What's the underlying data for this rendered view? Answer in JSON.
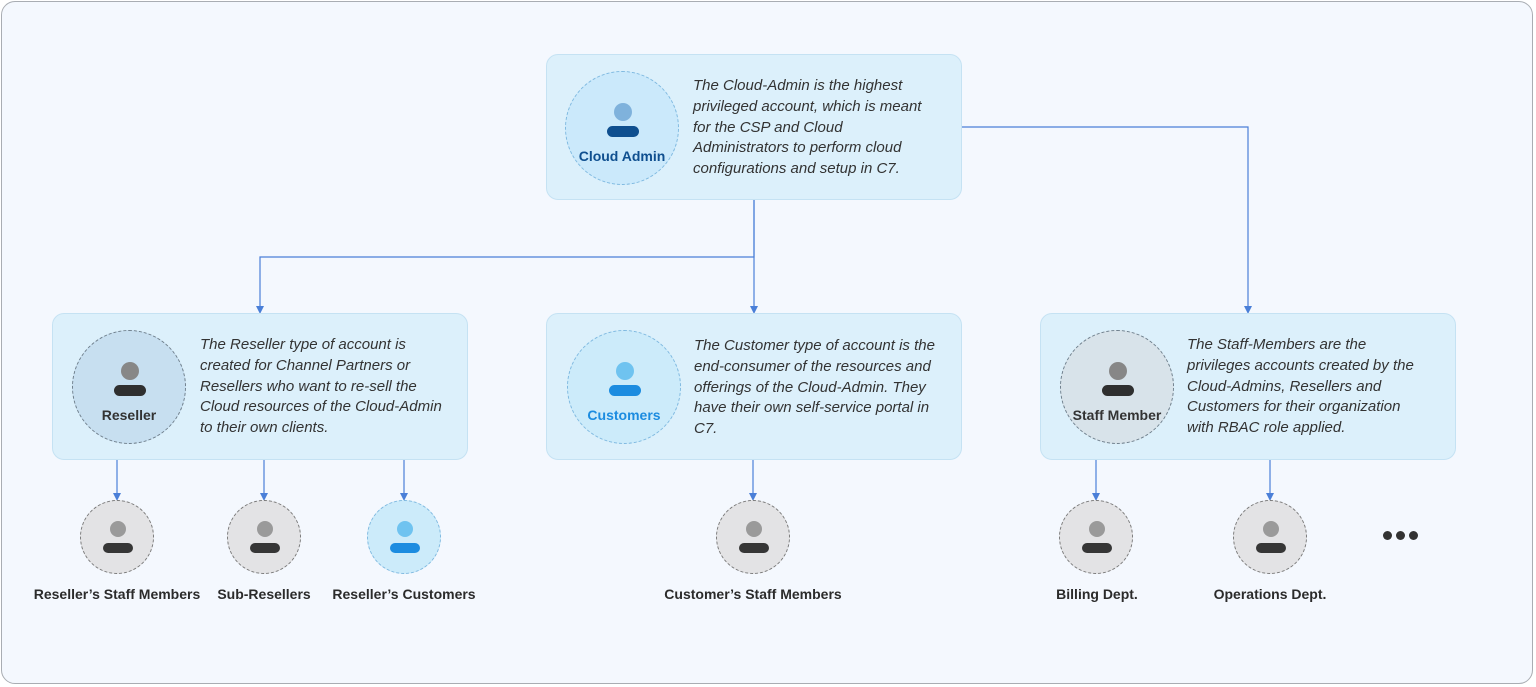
{
  "colors": {
    "connector": "#4a7fd8",
    "card_fill": "#dcf0fb",
    "navy": "#0f4f8f",
    "bright_blue": "#1c8ce0",
    "gray_icon": "#363636"
  },
  "root": {
    "title": "Cloud Admin",
    "icon": "user-icon",
    "description": "The Cloud-Admin is the highest\nprivileged account, which is meant\nfor the CSP and Cloud\nAdministrators to perform cloud\nconfigurations and setup in C7."
  },
  "children": [
    {
      "title": "Reseller",
      "icon": "user-icon",
      "description": "The Reseller type of account is\ncreated for Channel Partners or\nResellers who want to re-sell the\nCloud resources of the Cloud-Admin\nto their own clients.",
      "sub_nodes": [
        "Reseller’s Staff Members",
        "Sub-Resellers",
        "Reseller’s Customers"
      ]
    },
    {
      "title": "Customers",
      "icon": "user-icon",
      "description": "The Customer type of account is the\nend-consumer of the resources and\nofferings of the Cloud-Admin. They\nhave their own self-service portal in\nC7.",
      "sub_nodes": [
        "Customer’s Staff Members"
      ]
    },
    {
      "title": "Staff Member",
      "icon": "user-icon",
      "description": "The Staff-Members are the\nprivileges accounts created by the\nCloud-Admins, Resellers and\nCustomers for their organization\nwith RBAC role applied.",
      "sub_nodes": [
        "Billing Dept.",
        "Operations Dept."
      ],
      "more_icon": "ellipsis-icon"
    }
  ]
}
